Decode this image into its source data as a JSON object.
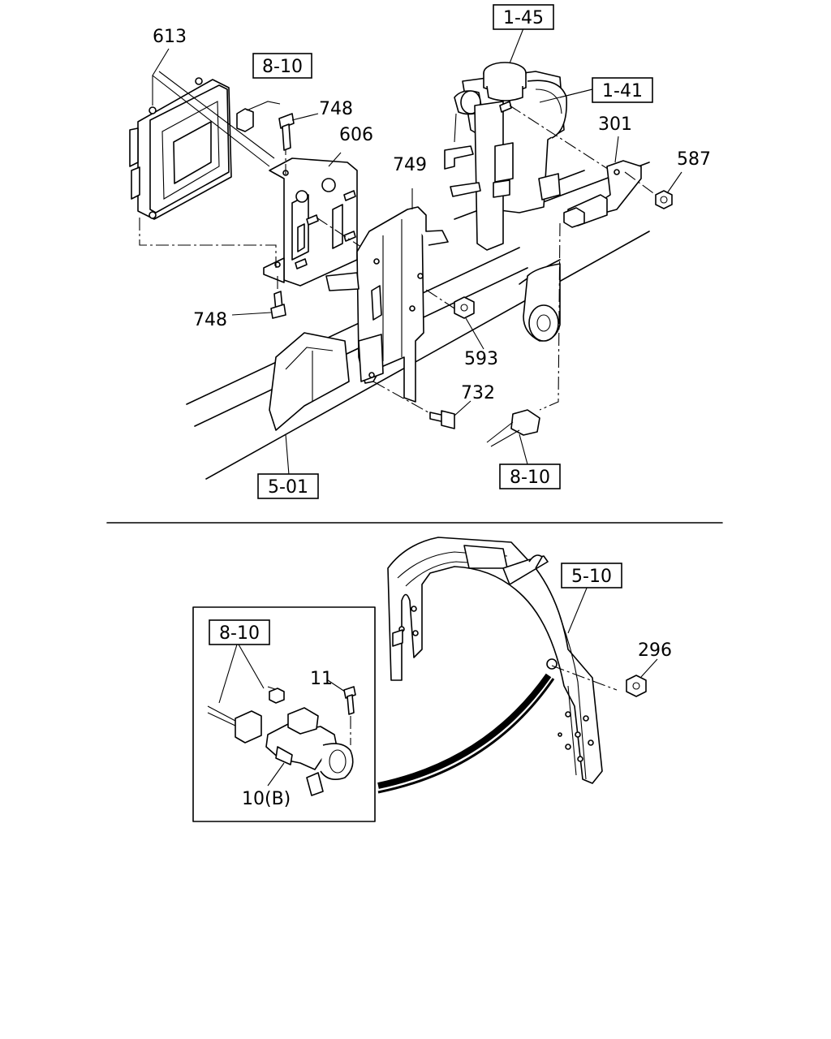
{
  "callouts": {
    "p613": "613",
    "p748_top": "748",
    "p606": "606",
    "p749": "749",
    "p301": "301",
    "p587": "587",
    "p748_bottom": "748",
    "p593": "593",
    "p732": "732",
    "p296": "296",
    "p11": "11",
    "p10b": "10(B)"
  },
  "ref_boxes": {
    "r8_10_top": "8-10",
    "r1_45": "1-45",
    "r1_41": "1-41",
    "r5_01": "5-01",
    "r8_10_mid": "8-10",
    "r5_10": "5-10",
    "r8_10_inset": "8-10"
  }
}
